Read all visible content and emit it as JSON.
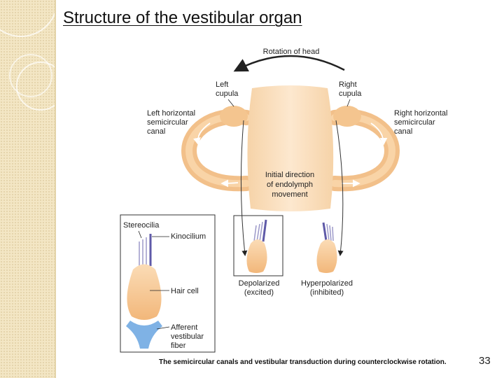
{
  "slide": {
    "title": "Structure of the vestibular organ",
    "page_number": "33"
  },
  "diagram": {
    "rotation_label": "Rotation of head",
    "left_cupula": [
      "Left",
      "cupula"
    ],
    "right_cupula": [
      "Right",
      "cupula"
    ],
    "left_canal": [
      "Left horizontal",
      "semicircular",
      "canal"
    ],
    "right_canal": [
      "Right horizontal",
      "semicircular",
      "canal"
    ],
    "endolymph": [
      "Initial direction",
      "of endolymph",
      "movement"
    ],
    "inset": {
      "stereocilia": "Stereocilia",
      "kinocilium": "Kinocilium",
      "hair_cell": "Hair cell",
      "afferent": [
        "Afferent",
        "vestibular",
        "fiber"
      ]
    },
    "depolarized": [
      "Depolarized",
      "(excited)"
    ],
    "hyperpolarized": [
      "Hyperpolarized",
      "(inhibited)"
    ],
    "caption": "The semicircular canals and vestibular transduction during counterclockwise rotation."
  },
  "colors": {
    "sidebar": "#f3e6c4",
    "canal": "#f7c890",
    "utricle": "#fbe0c0",
    "hair_cell": "#f6c58f",
    "fiber": "#7fb2e5",
    "cilia": "#6d6ab2"
  }
}
